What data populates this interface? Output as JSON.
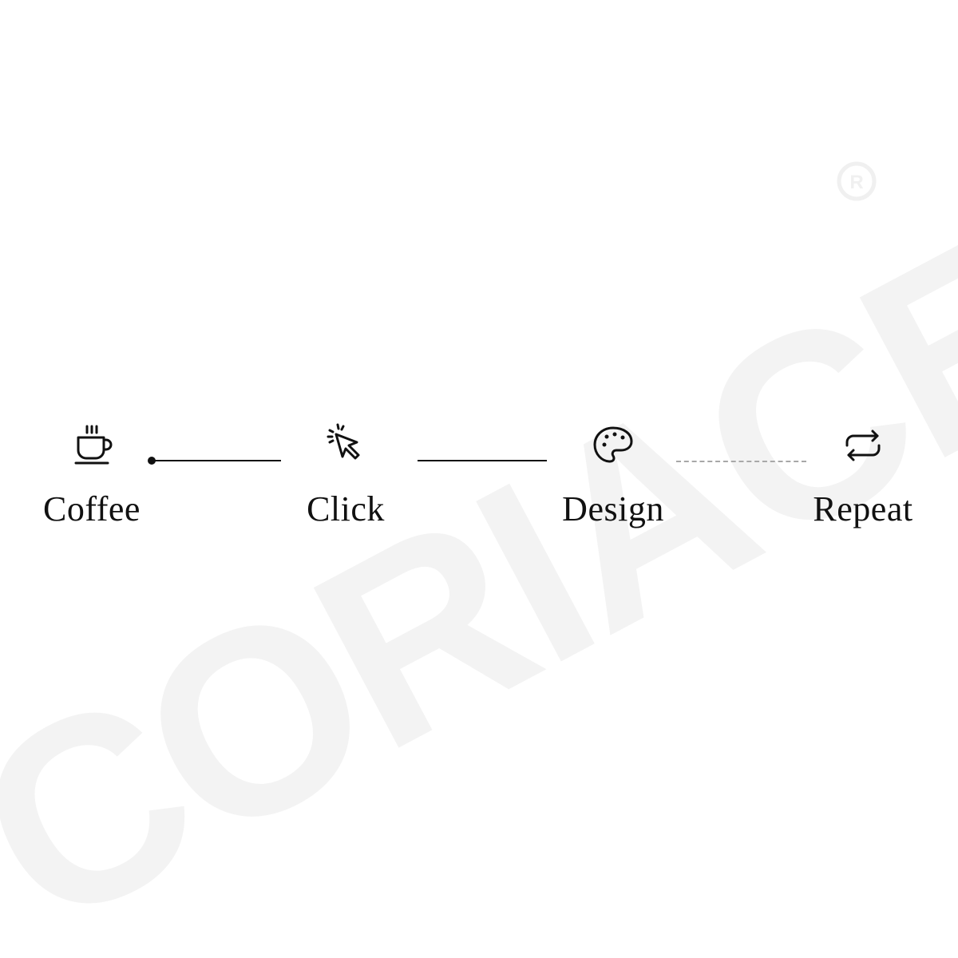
{
  "watermark": {
    "text": "CORIACE",
    "mark": "®",
    "color": "#f3f3f3"
  },
  "steps": [
    {
      "label": "Coffee",
      "icon": "coffee-cup-icon"
    },
    {
      "label": "Click",
      "icon": "cursor-click-icon"
    },
    {
      "label": "Design",
      "icon": "palette-icon"
    },
    {
      "label": "Repeat",
      "icon": "repeat-icon"
    }
  ],
  "connectors": [
    {
      "style": "solid",
      "start_dot": true
    },
    {
      "style": "solid",
      "start_dot": false
    },
    {
      "style": "dashed",
      "start_dot": false
    }
  ],
  "colors": {
    "ink": "#111111",
    "dashed_line": "#a8a8a8",
    "background": "#ffffff"
  }
}
